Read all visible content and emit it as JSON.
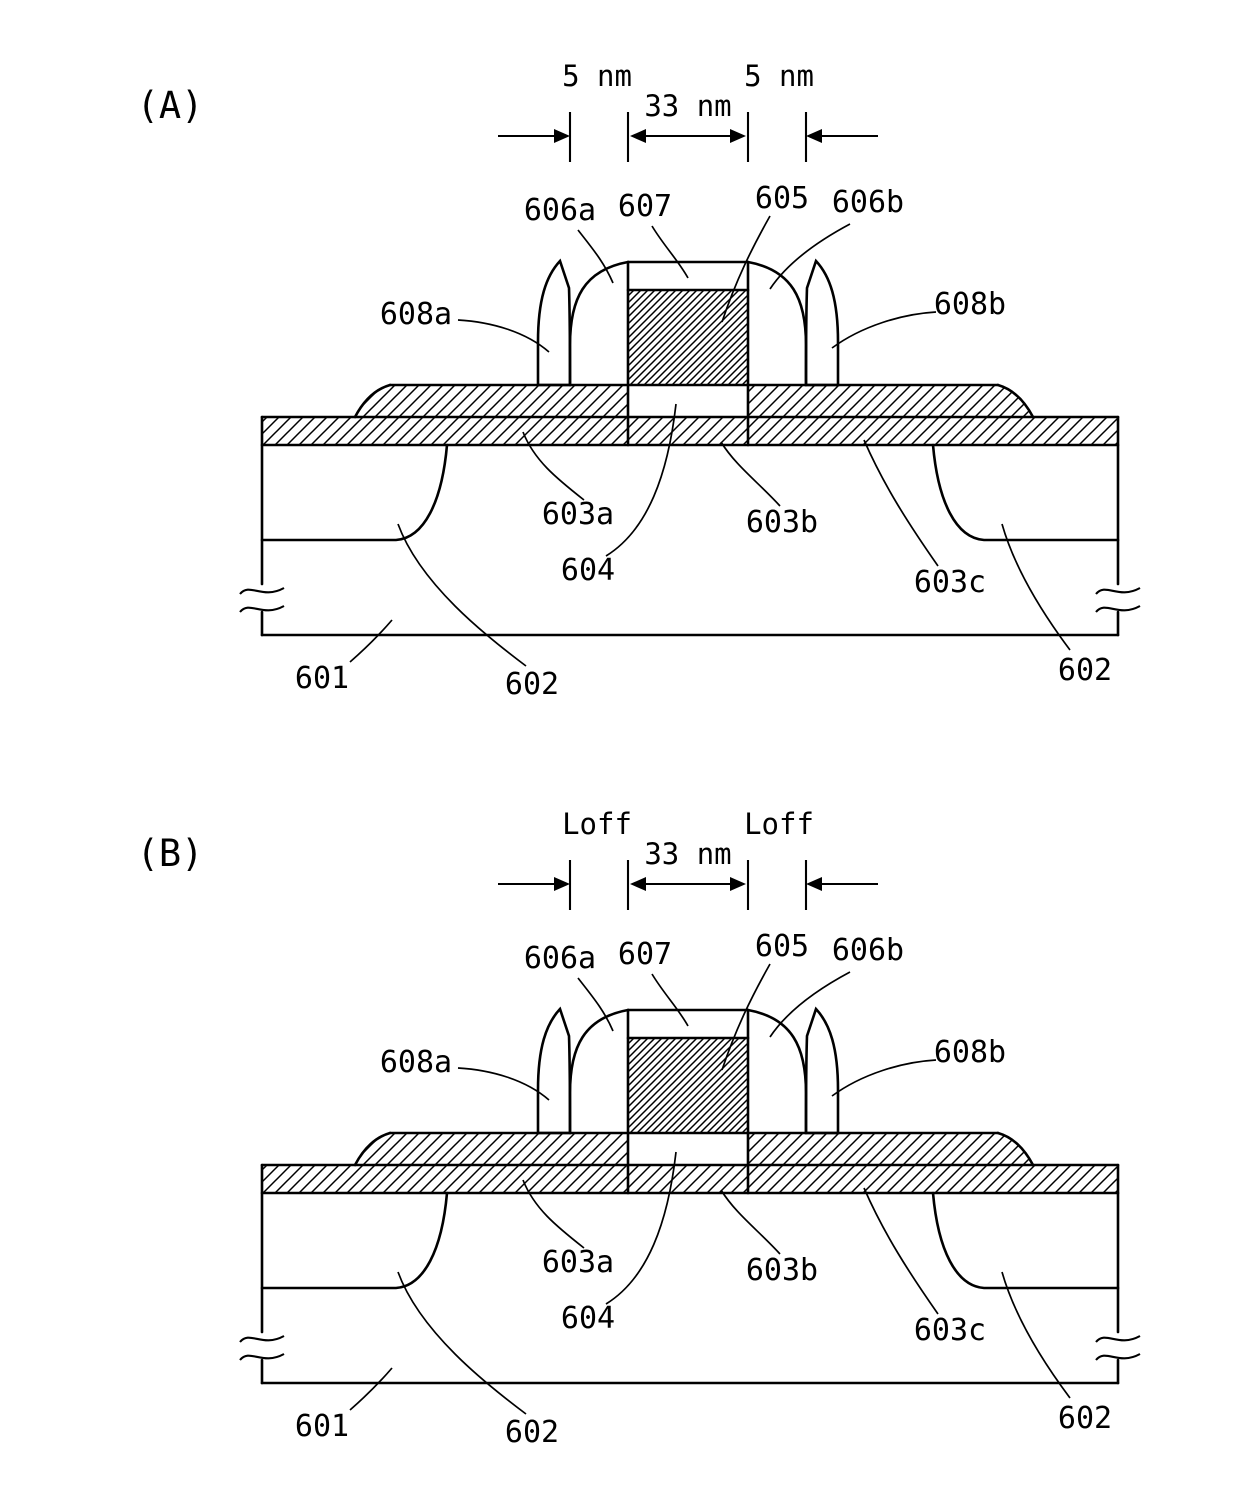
{
  "figure": {
    "description": "Transistor cross-section patent figure, two panels",
    "panels": [
      {
        "tag": "(A)",
        "dimensions": {
          "left": "5 nm",
          "center": "33 nm",
          "right": "5 nm"
        },
        "labels": {
          "r606a": "606a",
          "r607": "607",
          "r605": "605",
          "r606b": "606b",
          "r608a": "608a",
          "r608b": "608b",
          "r603a": "603a",
          "r603b": "603b",
          "r604": "604",
          "r603c": "603c",
          "r601": "601",
          "r602_left": "602",
          "r602_right": "602"
        }
      },
      {
        "tag": "(B)",
        "dimensions": {
          "left": "Loff",
          "center": "33 nm",
          "right": "Loff"
        },
        "labels": {
          "r606a": "606a",
          "r607": "607",
          "r605": "605",
          "r606b": "606b",
          "r608a": "608a",
          "r608b": "608b",
          "r603a": "603a",
          "r603b": "603b",
          "r604": "604",
          "r603c": "603c",
          "r601": "601",
          "r602_left": "602",
          "r602_right": "602"
        }
      }
    ]
  }
}
